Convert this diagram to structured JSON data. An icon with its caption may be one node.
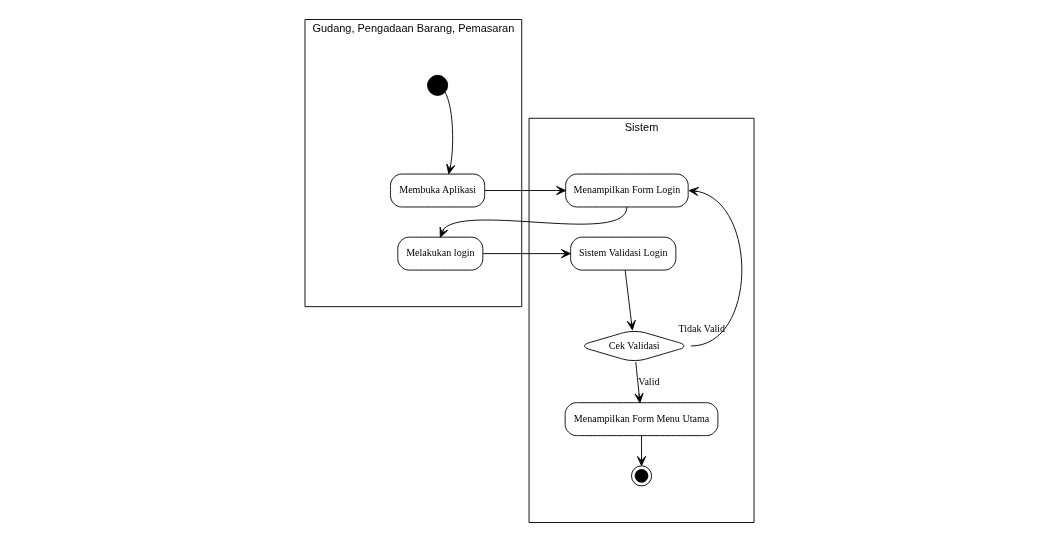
{
  "diagram": {
    "nodes": [
      {
        "text": [
          "Gudang, Pengadaan Barang, Pemasaran"
        ]
      },
      {
        "text": [
          "Sistem"
        ]
      },
      {
        "text": [],
        "shape": "circle",
        "in": 0
      },
      {
        "text": [
          "Membuka Aplikasi"
        ],
        "in": 0
      },
      {
        "text": [
          "Melakukan login"
        ],
        "in": 0
      },
      {
        "text": [
          "Menampilkan Form Login"
        ],
        "in": 1
      },
      {
        "text": [
          "Sistem Validasi Login"
        ],
        "in": 1
      },
      {
        "text": [
          "Cek Validasi"
        ],
        "in": 1
      },
      {
        "text": [
          "Menampilkan Form Menu Utama"
        ],
        "in": 1
      },
      {
        "text": [],
        "shape": "circle",
        "in": 1
      }
    ],
    "edges": [
      {
        "from": 2,
        "to": 3,
        "arrow": "to"
      },
      {
        "from": 3,
        "to": 5,
        "arrow": "to"
      },
      {
        "from": 5,
        "to": 4,
        "arrow": "to"
      },
      {
        "from": 4,
        "to": 6,
        "arrow": "to"
      },
      {
        "from": 6,
        "to": 7,
        "arrow": "to"
      },
      {
        "from": 7,
        "to": 5,
        "arrow": "to",
        "label": "Tidak Valid"
      },
      {
        "from": 7,
        "to": 8,
        "arrow": "to",
        "label": "Valid"
      },
      {
        "from": 8,
        "to": 9,
        "arrow": "to"
      }
    ]
  }
}
